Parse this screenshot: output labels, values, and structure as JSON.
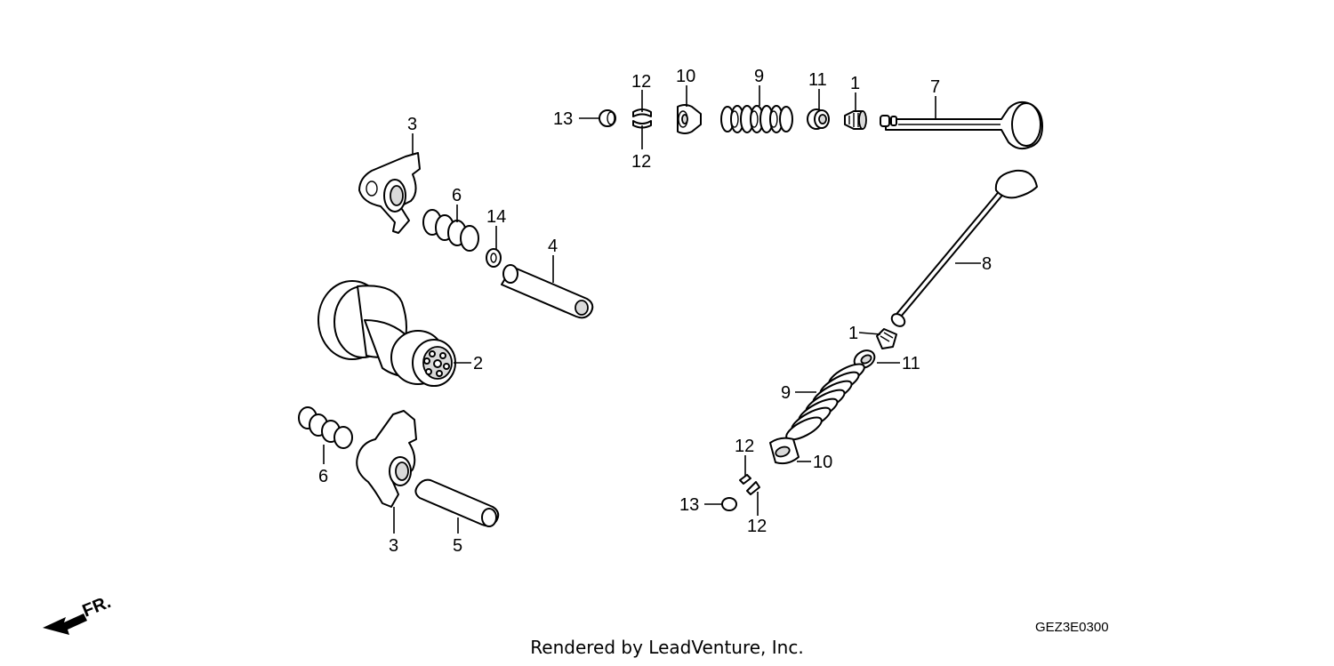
{
  "callouts": {
    "c1a": "1",
    "c1b": "1",
    "c2": "2",
    "c3a": "3",
    "c3b": "3",
    "c4": "4",
    "c5": "5",
    "c6a": "6",
    "c6b": "6",
    "c7": "7",
    "c8": "8",
    "c9a": "9",
    "c9b": "9",
    "c10a": "10",
    "c10b": "10",
    "c11a": "11",
    "c11b": "11",
    "c12a": "12",
    "c12b": "12",
    "c12c": "12",
    "c12d": "12",
    "c13a": "13",
    "c13b": "13",
    "c14": "14"
  },
  "front_marker": "FR.",
  "diagram_code": "GEZ3E0300",
  "credit": "Rendered by LeadVenture, Inc."
}
